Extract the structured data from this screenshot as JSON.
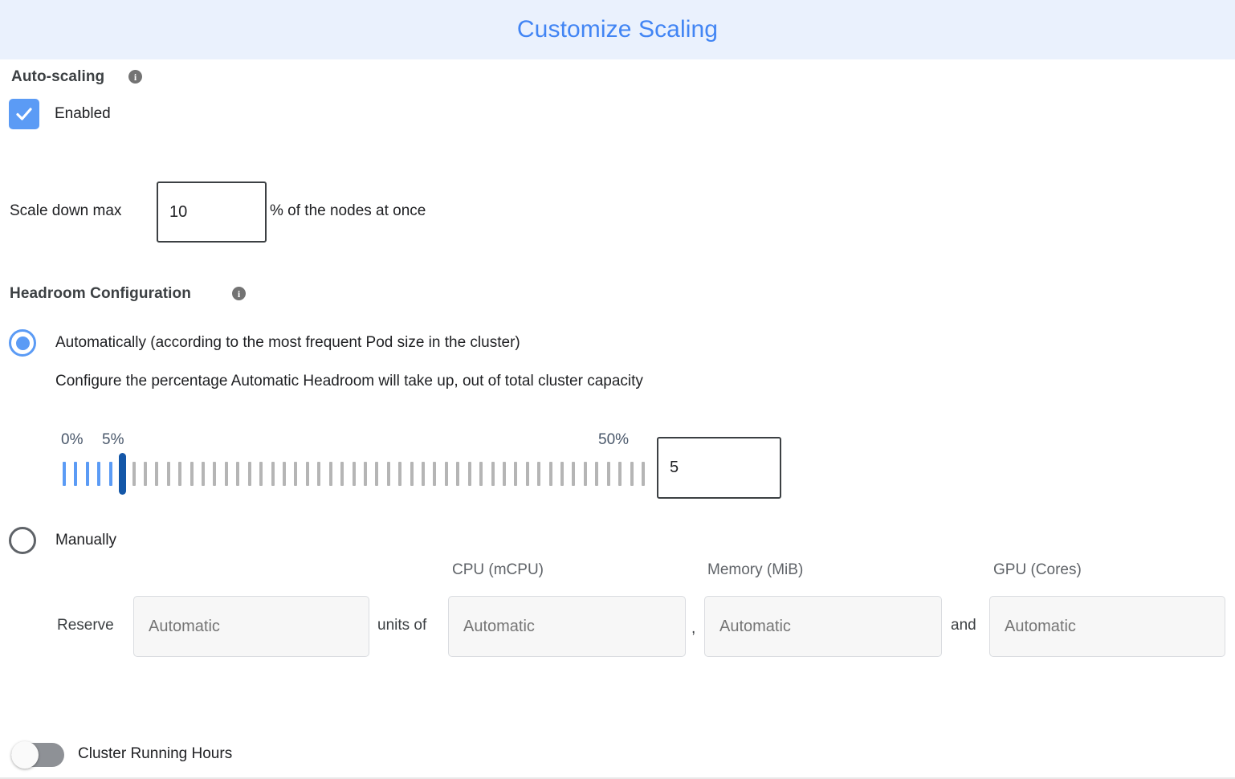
{
  "header": {
    "title": "Customize Scaling",
    "background": "#eaf1fd",
    "title_color": "#4285f4"
  },
  "autoscaling": {
    "section_label": "Auto-scaling",
    "info_icon": "info-icon",
    "info_glyph": "i",
    "checkbox_label": "Enabled",
    "checkbox_checked": true,
    "accent_color": "#5b9bf5"
  },
  "scale_down": {
    "prefix_label": "Scale down max",
    "value": "10",
    "suffix_label": "% of the nodes at once"
  },
  "headroom": {
    "section_label": "Headroom Configuration",
    "info_glyph": "i",
    "option_auto": {
      "label": "Automatically (according to the most frequent Pod size in the cluster)",
      "selected": true,
      "description": "Configure the percentage Automatic Headroom will take up, out of total cluster capacity"
    },
    "slider": {
      "min_label": "0%",
      "value_label": "5%",
      "max_label": "50%",
      "min": 0,
      "max": 50,
      "value": 5,
      "tick_count": 51,
      "filled_color": "#5b9bf5",
      "empty_color": "#b5b5b5",
      "handle_color": "#1457a8",
      "tag_color": "#4a586b"
    },
    "value_input": "5",
    "option_manual": {
      "label": "Manually",
      "selected": false
    },
    "manual": {
      "reserve_label": "Reserve",
      "units_of_label": "units of",
      "comma_label": ",",
      "and_label": "and",
      "columns": [
        {
          "header": "CPU (mCPU)"
        },
        {
          "header": "Memory (MiB)"
        },
        {
          "header": "GPU (Cores)"
        }
      ],
      "fields": [
        {
          "name": "reserve-units",
          "placeholder": "Automatic",
          "value": ""
        },
        {
          "name": "cpu",
          "placeholder": "Automatic",
          "value": ""
        },
        {
          "name": "memory",
          "placeholder": "Automatic",
          "value": ""
        },
        {
          "name": "gpu",
          "placeholder": "Automatic",
          "value": ""
        }
      ]
    }
  },
  "cluster_running_hours": {
    "label": "Cluster Running Hours",
    "enabled": false
  }
}
